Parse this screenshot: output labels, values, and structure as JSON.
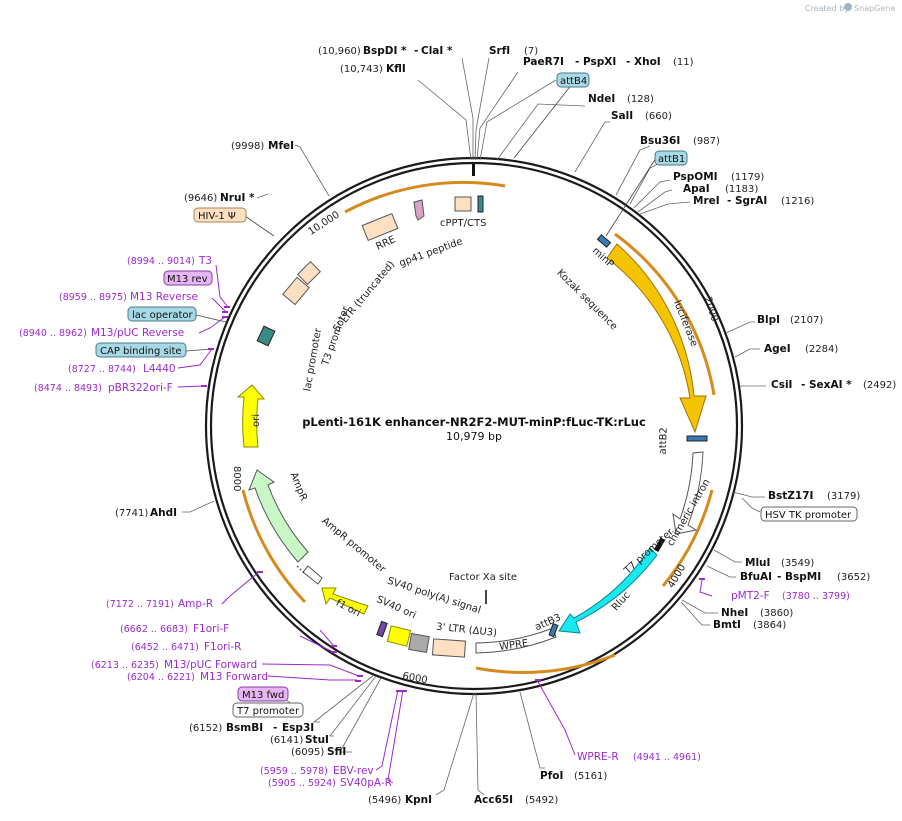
{
  "credit": {
    "text": "Created by",
    "brand": "SnapGene"
  },
  "plasmid": {
    "name": "pLenti-161K enhancer-NR2F2-MUT-minP:fLuc-TK:rLuc",
    "length_label": "10,979 bp",
    "length": 10979
  },
  "ticks": [
    "2000",
    "4000",
    "6000",
    "8000",
    "10,000"
  ],
  "feature_labels": [
    "cPPT/CTS",
    "RRE",
    "gp41 peptide",
    "5' LTR (truncated)",
    "T3 promoter",
    "lac promoter",
    "ori",
    "AmpR",
    "AmpR promoter",
    "f1 ori",
    "SV40 ori",
    "SV40 poly(A) signal",
    "3' LTR (ΔU3)",
    "WPRE",
    "attB3",
    "Factor Xa site",
    "Rluc",
    "T7 promoter",
    "chimeric intron",
    "attB2",
    "luciferase",
    "Kozak sequence",
    "minP"
  ],
  "sites": [
    {
      "pos": "(10,960)",
      "names": [
        "BspDI *",
        "ClaI *"
      ]
    },
    {
      "pos": "(10,743)",
      "names": [
        "KflI"
      ]
    },
    {
      "pos": "(7)",
      "names": [
        "SrfI"
      ]
    },
    {
      "pos": "(11)",
      "names": [
        "PaeR7I",
        "PspXI",
        "XhoI"
      ]
    },
    {
      "pos": "(128)",
      "names": [
        "NdeI"
      ]
    },
    {
      "pos": "(660)",
      "names": [
        "SalI"
      ]
    },
    {
      "pos": "(987)",
      "names": [
        "Bsu36I"
      ]
    },
    {
      "pos": "(1179)",
      "names": [
        "PspOMI"
      ]
    },
    {
      "pos": "(1183)",
      "names": [
        "ApaI"
      ]
    },
    {
      "pos": "(1216)",
      "names": [
        "MreI",
        "SgrAI"
      ]
    },
    {
      "pos": "(2107)",
      "names": [
        "BlpI"
      ]
    },
    {
      "pos": "(2284)",
      "names": [
        "AgeI"
      ]
    },
    {
      "pos": "(2492)",
      "names": [
        "CsiI",
        "SexAI *"
      ]
    },
    {
      "pos": "(3179)",
      "names": [
        "BstZ17I"
      ]
    },
    {
      "pos": "(3549)",
      "names": [
        "MluI"
      ]
    },
    {
      "pos": "(3652)",
      "names": [
        "BfuAI",
        "BspMI"
      ]
    },
    {
      "pos": "(3860)",
      "names": [
        "NheI"
      ]
    },
    {
      "pos": "(3864)",
      "names": [
        "BmtI"
      ]
    },
    {
      "pos": "(5161)",
      "names": [
        "PfoI"
      ]
    },
    {
      "pos": "(5492)",
      "names": [
        "Acc65I"
      ]
    },
    {
      "pos": "(5496)",
      "names": [
        "KpnI"
      ]
    },
    {
      "pos": "(6095)",
      "names": [
        "SfiI"
      ]
    },
    {
      "pos": "(6141)",
      "names": [
        "StuI"
      ]
    },
    {
      "pos": "(6152)",
      "names": [
        "BsmBI",
        "Esp3I"
      ]
    },
    {
      "pos": "(7741)",
      "names": [
        "AhdI"
      ]
    },
    {
      "pos": "(9646)",
      "names": [
        "NruI *"
      ]
    },
    {
      "pos": "(9998)",
      "names": [
        "MfeI"
      ]
    }
  ],
  "boxed_features": [
    "attB4",
    "attB1",
    "HIV-1 Ψ",
    "M13 rev",
    "lac operator",
    "CAP binding site",
    "HSV TK promoter",
    "M13 fwd",
    "T7 promoter"
  ],
  "primers": [
    {
      "range": "(8994 .. 9014)",
      "name": "T3"
    },
    {
      "range": "(8959 .. 8975)",
      "name": "M13 Reverse"
    },
    {
      "range": "(8940 .. 8962)",
      "name": "M13/pUC Reverse"
    },
    {
      "range": "(8727 .. 8744)",
      "name": "L4440"
    },
    {
      "range": "(8474 .. 8493)",
      "name": "pBR322ori-F"
    },
    {
      "range": "(3780 .. 3799)",
      "name": "pMT2-F"
    },
    {
      "range": "(7172 .. 7191)",
      "name": "Amp-R"
    },
    {
      "range": "(6662 .. 6683)",
      "name": "F1ori-F"
    },
    {
      "range": "(6452 .. 6471)",
      "name": "F1ori-R"
    },
    {
      "range": "(6213 .. 6235)",
      "name": "M13/pUC Forward"
    },
    {
      "range": "(6204 .. 6221)",
      "name": "M13 Forward"
    },
    {
      "range": "(5959 .. 5978)",
      "name": "EBV-rev"
    },
    {
      "range": "(5905 .. 5924)",
      "name": "SV40pA-R"
    },
    {
      "range": "(4941 .. 4961)",
      "name": "WPRE-R"
    }
  ],
  "colors": {
    "backbone": "#1a1a1a",
    "luciferase": "#f5c400",
    "luciferase_outline": "#c88a00",
    "rluc": "#19e8f0",
    "ori": "#ffff00",
    "ampr": "#c8f7c5",
    "ltr": "#fde0c2",
    "attb_box": "#a8d8e6",
    "primer": "#9b2ad0",
    "orange_arc": "#d68a1e",
    "primer_box": "#e6b6f3",
    "hiv_box": "#fde0c2"
  }
}
